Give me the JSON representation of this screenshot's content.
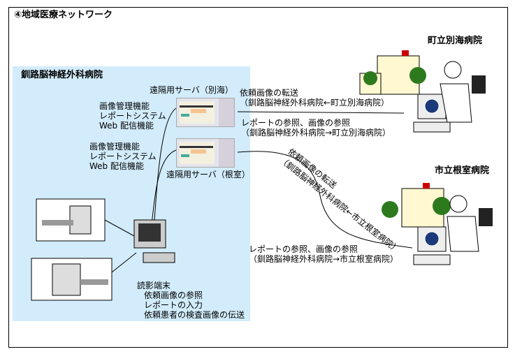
{
  "title": "④地域医療ネットワーク",
  "panel": {
    "title": "釧路脳神経外科病院",
    "server_betsukai": {
      "label": "遠隔用サーバ（別海）",
      "features": [
        "画像管理機能",
        "レポートシステム",
        "Web 配信機能"
      ]
    },
    "server_nemuro": {
      "label": "遠隔用サーバ（根室）",
      "features": [
        "画像管理機能",
        "レポートシステム",
        "Web 配信機能"
      ]
    },
    "terminal": {
      "label": "読影端末",
      "features": [
        "依頼画像の参照",
        "レポートの入力",
        "依頼患者の検査画像の伝送"
      ]
    }
  },
  "hospitals": {
    "betsukai": {
      "name": "町立別海病院",
      "upper_line1": "依頼画像の転送",
      "upper_line2": "（釧路脳神経外科病院←町立別海病院）",
      "lower_line1": "レポートの参照、画像の参照",
      "lower_line2": "（釧路脳神経外科病院→町立別海病院）"
    },
    "nemuro": {
      "name": "市立根室病院",
      "upper_line1": "依頼画像の転送",
      "upper_line2": "（釧路脳神経外科病院←市立根室病院）",
      "lower_line1": "レポートの参照、画像の参照",
      "lower_line2": "（釧路脳神経外科病院→市立根室病院）"
    }
  },
  "colors": {
    "panel": "#d2ecfb",
    "tree": "#2d7a1e",
    "building": "#fff8d0"
  }
}
